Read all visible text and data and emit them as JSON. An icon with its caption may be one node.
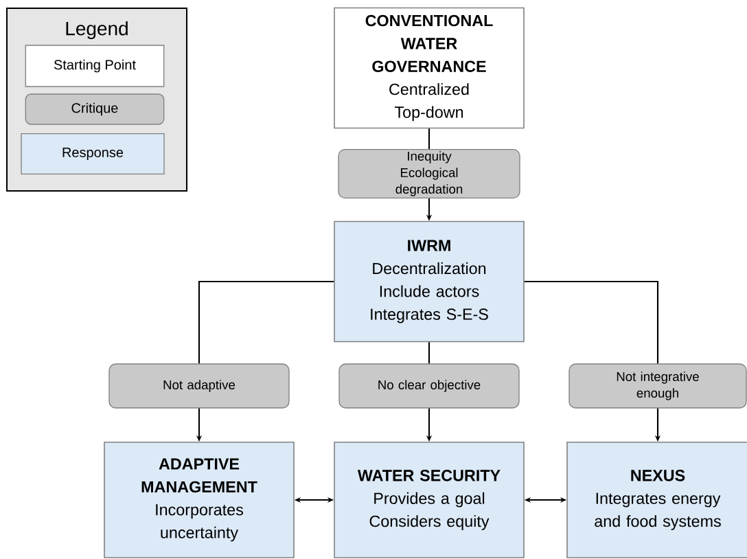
{
  "diagram": {
    "nodes": [
      {
        "text": [
          "CONVENTIONAL WATER GOVERNANCE",
          "Centralized",
          "Top-down"
        ]
      },
      {
        "text": [
          "Inequity",
          "Ecological degradation"
        ]
      },
      {
        "text": [
          "IWRM",
          "Decentralization",
          "Include actors",
          "Integrates S-E-S"
        ]
      },
      {
        "text": [
          "Not adaptive"
        ]
      },
      {
        "text": [
          "No clear objective"
        ]
      },
      {
        "text": [
          "Not integrative enough"
        ]
      },
      {
        "text": [
          "ADAPTIVE MANAGEMENT",
          "Incorporates uncertainty"
        ]
      },
      {
        "text": [
          "WATER SECURITY",
          "Provides a goal",
          "Considers equity"
        ]
      },
      {
        "text": [
          "NEXUS",
          "Integrates energy and food systems"
        ]
      }
    ],
    "edges": [
      {
        "from": 0,
        "to": 1,
        "arrow": "none"
      },
      {
        "from": 1,
        "to": 2,
        "arrow": "to"
      },
      {
        "from": 2,
        "to": 3,
        "arrow": "none"
      },
      {
        "from": 3,
        "to": 6,
        "arrow": "to"
      },
      {
        "from": 2,
        "to": 4,
        "arrow": "none"
      },
      {
        "from": 4,
        "to": 7,
        "arrow": "to"
      },
      {
        "from": 2,
        "to": 5,
        "arrow": "none"
      },
      {
        "from": 5,
        "to": 8,
        "arrow": "to"
      },
      {
        "from": 6,
        "to": 7,
        "arrow": "both"
      },
      {
        "from": 7,
        "to": 8,
        "arrow": "both"
      }
    ],
    "labels": [
      "Legend"
    ],
    "legend": [
      {
        "text": "Starting Point",
        "color": "#ffffff"
      },
      {
        "text": "Critique",
        "color": "#c9c9c9"
      },
      {
        "text": "Response",
        "color": "#dce9f6"
      }
    ]
  }
}
